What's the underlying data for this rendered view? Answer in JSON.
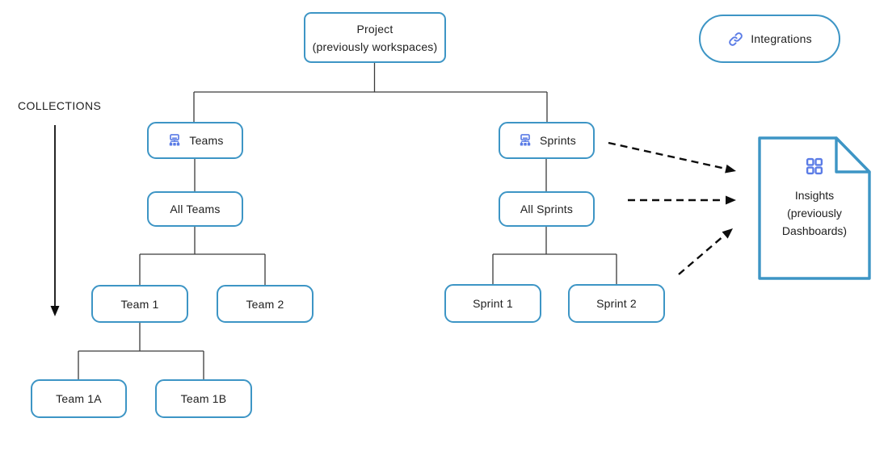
{
  "colors": {
    "background": "#ffffff",
    "node_border": "#3d95c5",
    "icon_accent": "#5b7ce6",
    "text": "#202020",
    "connector": "#3a3a3a",
    "arrow": "#0d0d0d"
  },
  "labels": {
    "collections": "COLLECTIONS"
  },
  "nodes": {
    "project_title": "Project",
    "project_subtitle": "(previously workspaces)",
    "teams": "Teams",
    "all_teams": "All Teams",
    "team_1": "Team 1",
    "team_2": "Team 2",
    "team_1a": "Team 1A",
    "team_1b": "Team 1B",
    "sprints": "Sprints",
    "all_sprints": "All Sprints",
    "sprint_1": "Sprint 1",
    "sprint_2": "Sprint 2",
    "integrations": "Integrations",
    "insights_line1": "Insights",
    "insights_line2": "(previously",
    "insights_line3": "Dashboards)"
  },
  "icons": {
    "teams": "org-chart-icon",
    "sprints": "org-chart-icon",
    "integrations": "link-icon",
    "insights": "dashboard-grid-icon"
  },
  "edges": {
    "tree": [
      [
        "Project",
        "Teams"
      ],
      [
        "Project",
        "Sprints"
      ],
      [
        "Teams",
        "All Teams"
      ],
      [
        "All Teams",
        "Team 1"
      ],
      [
        "All Teams",
        "Team 2"
      ],
      [
        "Team 1",
        "Team 1A"
      ],
      [
        "Team 1",
        "Team 1B"
      ],
      [
        "Sprints",
        "All Sprints"
      ],
      [
        "All Sprints",
        "Sprint 1"
      ],
      [
        "All Sprints",
        "Sprint 2"
      ]
    ],
    "dashed_to_insights": [
      "Sprints",
      "All Sprints",
      "Sprint 2"
    ]
  }
}
